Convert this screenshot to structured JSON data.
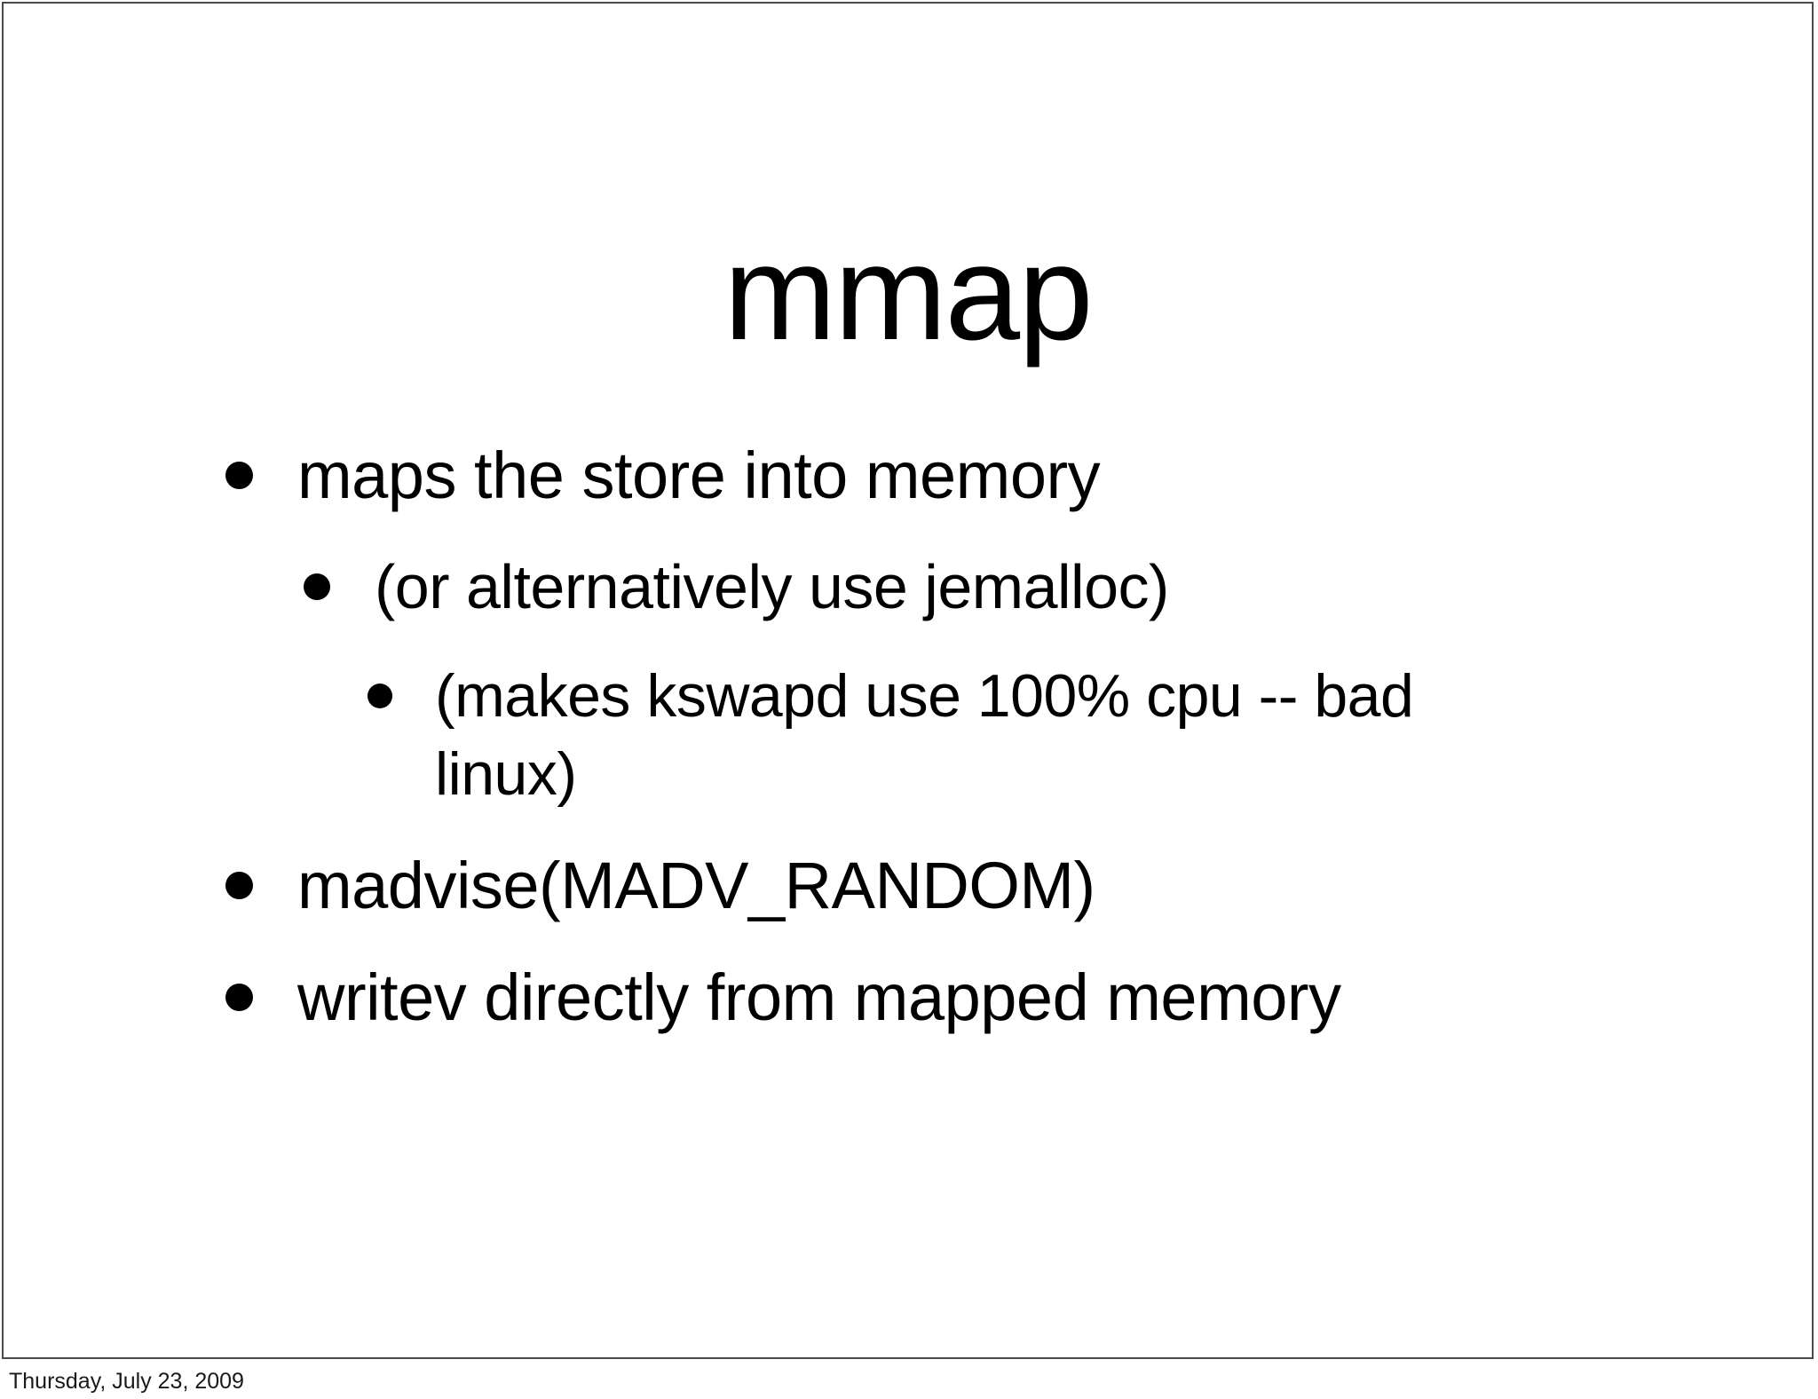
{
  "slide": {
    "title": "mmap",
    "background_color": "#ffffff",
    "text_color": "#000000",
    "border_color": "#4a4a4c",
    "bullets": [
      {
        "level": 1,
        "text": "maps the store into memory",
        "marker": "bullet-dot"
      },
      {
        "level": 2,
        "text": "(or alternatively use jemalloc)",
        "marker": "bullet-dot"
      },
      {
        "level": 3,
        "text": "(makes kswapd use 100% cpu -- bad linux)",
        "marker": "bullet-dot"
      },
      {
        "level": 1,
        "text": "madvise(MADV_RANDOM)",
        "marker": "bullet-dot"
      },
      {
        "level": 1,
        "text": "writev directly from mapped memory",
        "marker": "bullet-dot"
      }
    ]
  },
  "footer": {
    "date": "Thursday, July 23, 2009"
  }
}
